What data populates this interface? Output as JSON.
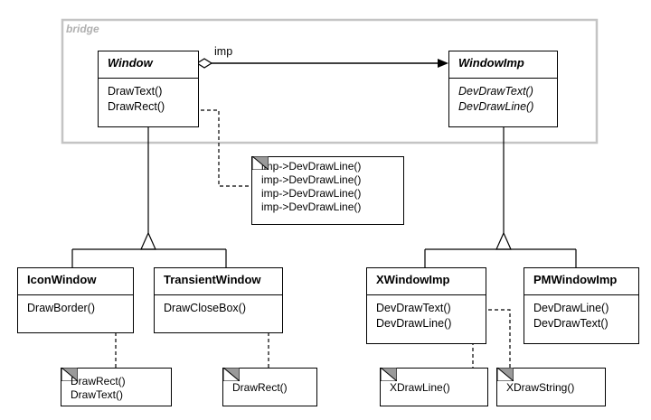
{
  "bridge_label": "bridge",
  "association_label": "imp",
  "classes": {
    "window": {
      "name": "Window",
      "ops": [
        "DrawText()",
        "DrawRect()"
      ]
    },
    "window_imp": {
      "name": "WindowImp",
      "ops": [
        "DevDrawText()",
        "DevDrawLine()"
      ]
    },
    "icon_window": {
      "name": "IconWindow",
      "ops": [
        "DrawBorder()"
      ]
    },
    "transient_window": {
      "name": "TransientWindow",
      "ops": [
        "DrawCloseBox()"
      ]
    },
    "xwindow_imp": {
      "name": "XWindowImp",
      "ops": [
        "DevDrawText()",
        "DevDrawLine()"
      ]
    },
    "pmwindow_imp": {
      "name": "PMWindowImp",
      "ops": [
        "DevDrawLine()",
        "DevDrawText()"
      ]
    }
  },
  "notes": {
    "drawrect_impl": [
      "imp->DevDrawLine()",
      "imp->DevDrawLine()",
      "imp->DevDrawLine()",
      "imp->DevDrawLine()"
    ],
    "iconwindow_impl": [
      "DrawRect()",
      "DrawText()"
    ],
    "transient_impl": [
      "DrawRect()"
    ],
    "xdrawline_impl": [
      "XDrawLine()"
    ],
    "xdrawstring_impl": [
      "XDrawString()"
    ]
  },
  "colors": {
    "bridge_frame": "#c4c4c4",
    "bridge_label": "#b0b0b0",
    "fold": "#9a9a9a"
  }
}
